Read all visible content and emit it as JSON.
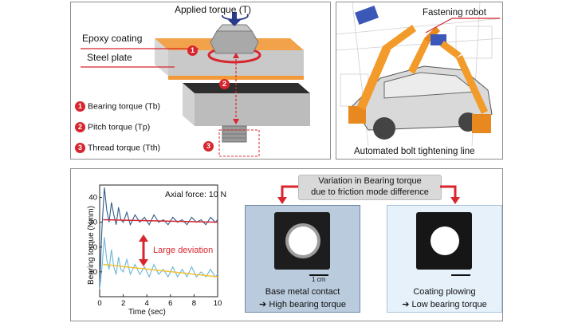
{
  "bolt_panel": {
    "applied_torque": "Applied torque (T)",
    "epoxy_coating": "Epoxy coating",
    "steel_plate": "Steel plate",
    "legend": [
      {
        "num": "1",
        "label": "Bearing torque (Tb)"
      },
      {
        "num": "2",
        "label": "Pitch torque (Tp)"
      },
      {
        "num": "3",
        "label": "Thread torque (Tth)"
      }
    ],
    "markers": [
      "1",
      "2",
      "3"
    ]
  },
  "robot_panel": {
    "fastening_robot": "Fastening robot",
    "caption": "Automated bolt tightening line"
  },
  "chart_panel": {
    "annotation": "Axial force: 10 N",
    "deviation_label": "Large deviation"
  },
  "variation_banner": {
    "line1": "Variation in Bearing torque",
    "line2": "due to friction mode difference"
  },
  "samples": {
    "left": {
      "line1": "Base metal contact",
      "line2": "➔ High bearing torque",
      "scale": "1 cm"
    },
    "right": {
      "line1": "Coating plowing",
      "line2": "➔ Low bearing torque"
    }
  },
  "colors": {
    "accent_red": "#d8252e",
    "orange": "#f29a3a",
    "dark_blue_series": "#2f5d8a",
    "light_blue_series": "#6bb5da",
    "left_card_bg": "#b9cbdd",
    "right_card_bg": "#e6f1fa"
  },
  "chart_data": {
    "type": "line",
    "xlabel": "Time (sec)",
    "ylabel": "Bearing torque (Nmm)",
    "xlim": [
      0,
      10
    ],
    "ylim": [
      0,
      45
    ],
    "xticks": [
      0,
      2,
      4,
      6,
      8,
      10
    ],
    "yticks": [
      10,
      20,
      30,
      40
    ],
    "series": [
      {
        "x": [
          0,
          0.2,
          0.4,
          0.6,
          0.8,
          1.0,
          1.2,
          1.4,
          1.6,
          1.8,
          2.0,
          2.3,
          2.6,
          3.0,
          3.4,
          3.8,
          4.2,
          4.6,
          5.0,
          5.4,
          5.8,
          6.2,
          6.6,
          7.0,
          7.4,
          7.8,
          8.2,
          8.6,
          9.0,
          9.4,
          9.8,
          10.0
        ],
        "values": [
          5,
          28,
          44,
          35,
          30,
          38,
          33,
          29,
          36,
          31,
          30,
          34,
          29,
          33,
          30,
          32,
          29,
          33,
          30,
          31,
          29,
          32,
          30,
          31,
          29,
          32,
          30,
          31,
          29,
          32,
          30,
          31
        ]
      },
      {
        "x": [
          0,
          0.2,
          0.4,
          0.6,
          0.8,
          1.0,
          1.2,
          1.4,
          1.6,
          1.8,
          2.0,
          2.3,
          2.6,
          3.0,
          3.4,
          3.8,
          4.2,
          4.6,
          5.0,
          5.4,
          5.8,
          6.2,
          6.6,
          7.0,
          7.4,
          7.8,
          8.2,
          8.6,
          9.0,
          9.4,
          9.8,
          10.0
        ],
        "values": [
          3,
          12,
          24,
          15,
          11,
          19,
          12,
          9,
          16,
          11,
          10,
          15,
          9,
          13,
          9,
          12,
          8,
          13,
          9,
          11,
          8,
          12,
          8,
          11,
          8,
          12,
          8,
          10,
          8,
          11,
          8,
          9
        ]
      }
    ],
    "fit_lines": [
      {
        "color": "#d8252e",
        "values": [
          31,
          30
        ]
      },
      {
        "color": "#f2c230",
        "values": [
          13,
          8
        ]
      }
    ]
  }
}
